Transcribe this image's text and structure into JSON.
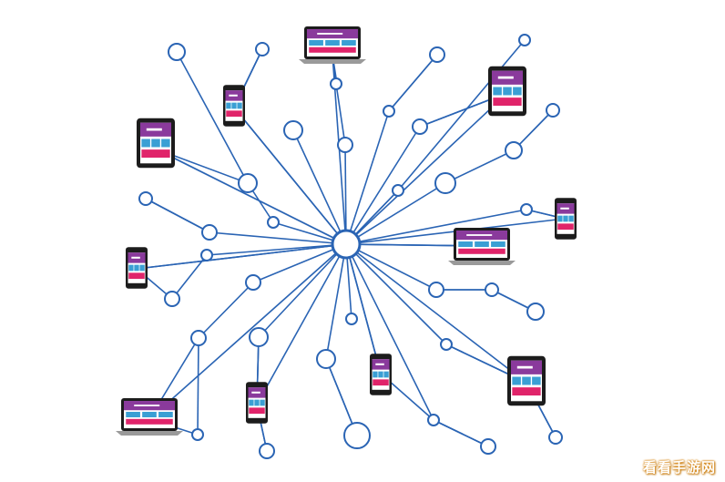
{
  "watermark": "看看手游网",
  "colors": {
    "line": "#2a64b4",
    "node_fill": "#ffffff",
    "device_frame": "#1c1c1c",
    "screen_header": "#8a3a9c",
    "screen_tile": "#3a9fd4",
    "screen_footer": "#e0246a",
    "laptop_base": "#9a9a9a"
  },
  "hub": {
    "name": "central-hub"
  },
  "nodes": [
    {
      "kind": "circle",
      "name": "node-circle",
      "shape": "circle-node-icon"
    },
    {
      "kind": "circle",
      "name": "node-circle",
      "shape": "circle-node-icon"
    },
    {
      "kind": "circle",
      "name": "node-circle",
      "shape": "circle-node-icon"
    }
  ],
  "device_types": [
    "laptop-icon",
    "tablet-icon",
    "phone-icon"
  ]
}
